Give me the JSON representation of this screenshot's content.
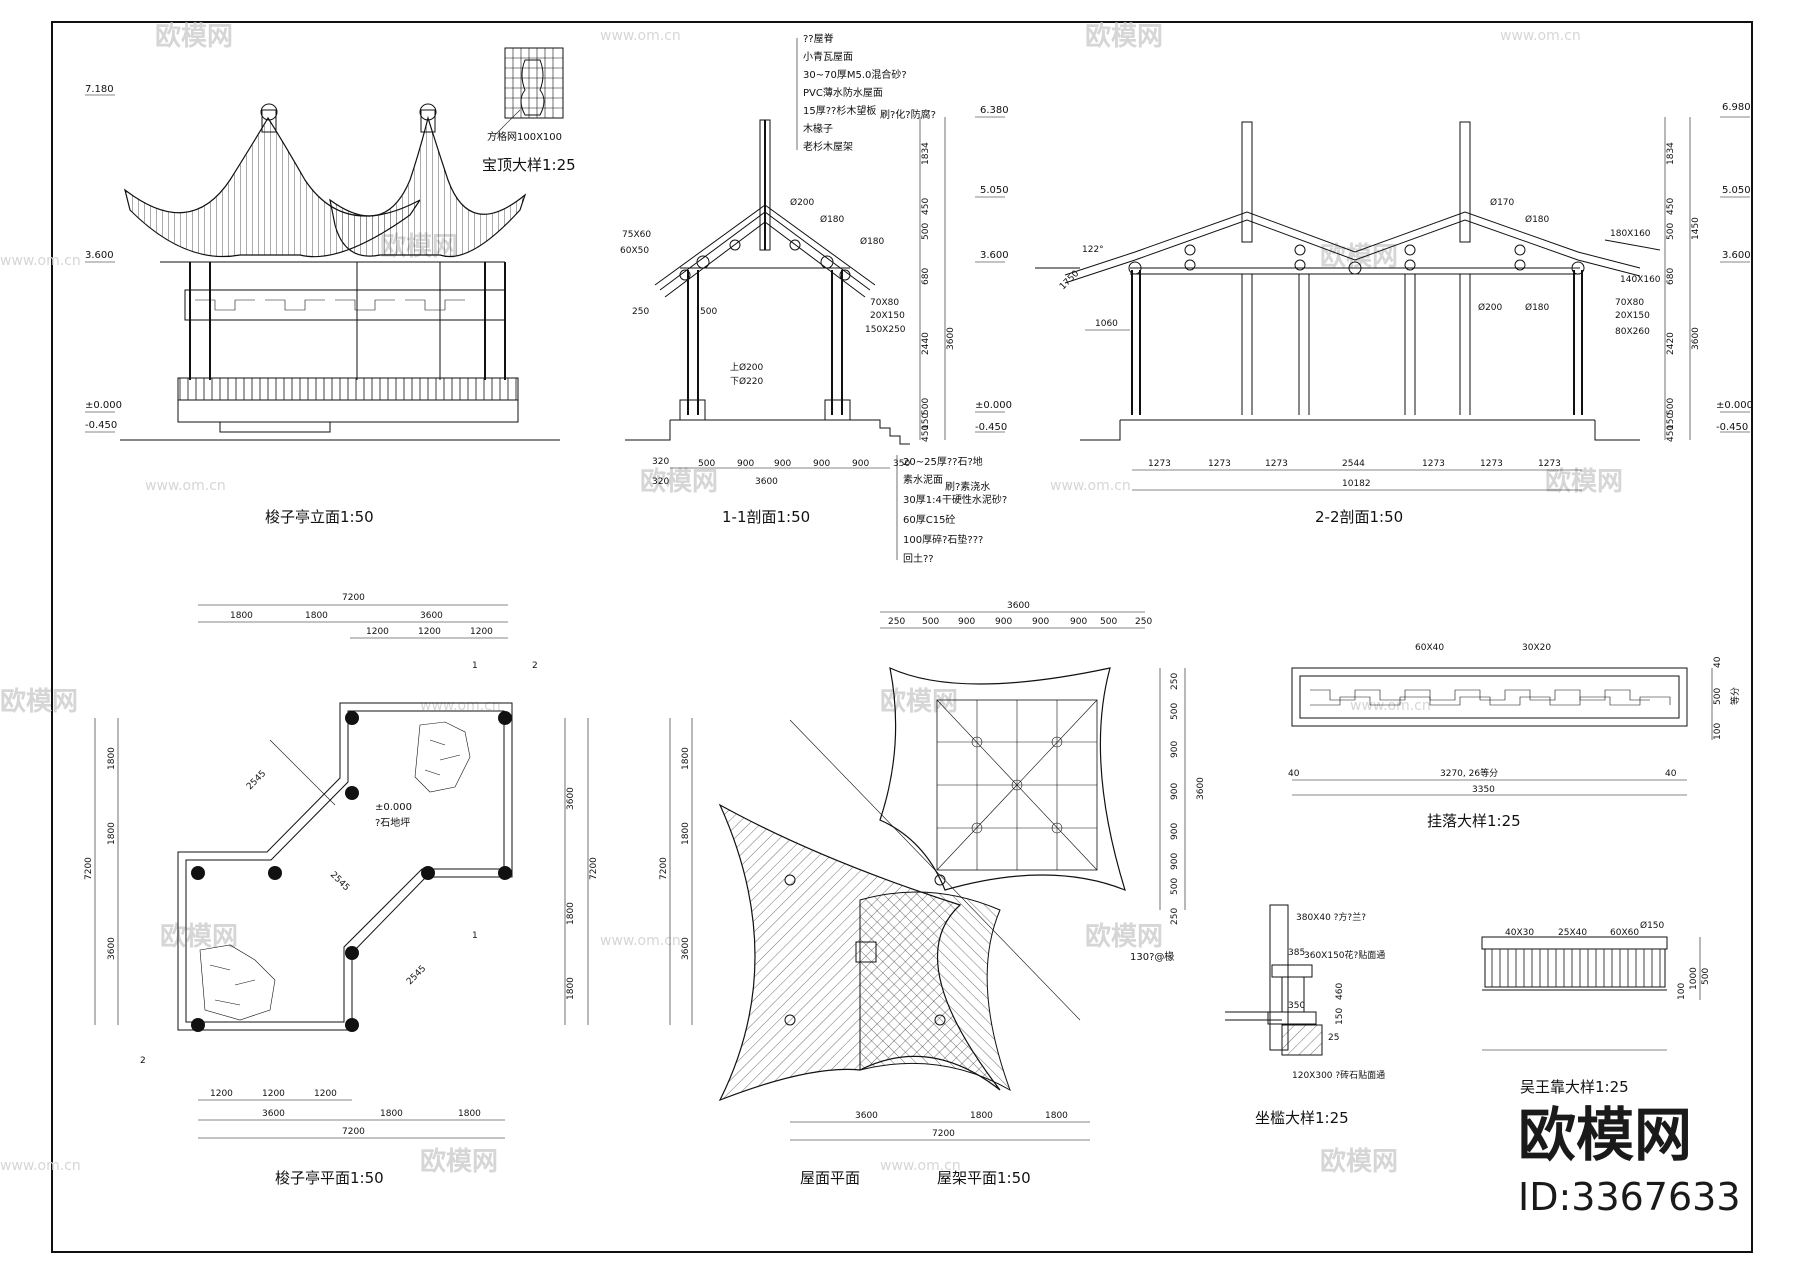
{
  "colors": {
    "line": "#111111",
    "watermark": "#d6d6d6",
    "paper": "#ffffff"
  },
  "watermark": {
    "text": "欧模网",
    "url": "www.om.cn"
  },
  "brand": {
    "name": "欧模网",
    "id": "ID:3367633"
  },
  "elevation": {
    "title": "梭子亭立面1:50",
    "levels": [
      "7.180",
      "3.600",
      "±0.000",
      "-0.450"
    ]
  },
  "finial": {
    "title": "宝顶大样1:25",
    "note": "方格网100X100"
  },
  "section11": {
    "title": "1-1剖面1:50",
    "roof_notes": [
      "??屋脊",
      "小青瓦屋面",
      "30~70厚M5.0混合砂?",
      "PVC薄水防水屋面",
      "15厚??杉木望板",
      "木椽子",
      "老杉木屋架"
    ],
    "roof_note_extra": "刷?化?防腐?",
    "floor_notes": [
      "20~25厚??石?地",
      "素水泥面",
      "30厚1:4干硬性水泥砂?",
      "60厚C15砼",
      "100厚碎?石垫???",
      "回土??"
    ],
    "floor_note_extra": "刷?素浇水",
    "member_labels": [
      "75X60",
      "60X50",
      "Ø200",
      "Ø180",
      "Ø180",
      "70X80",
      "20X150",
      "150X250",
      "上Ø200",
      "下Ø220"
    ],
    "side_dims": [
      "1834",
      "450",
      "500",
      "680",
      "2440",
      "500",
      "150",
      "450"
    ],
    "dim_250": "250",
    "dim_500": "500",
    "dim_total_3600": "3600",
    "levels": [
      "6.380",
      "5.050",
      "3.600",
      "±0.000",
      "-0.450"
    ],
    "bottom_dims": [
      "320",
      "500",
      "900",
      "900",
      "900",
      "900",
      "350"
    ],
    "bottom_total": "3600",
    "bottom_left": "320"
  },
  "section22": {
    "title": "2-2剖面1:50",
    "labels": [
      "122°",
      "1750",
      "1060",
      "Ø170",
      "Ø180",
      "Ø200",
      "Ø180",
      "180X160",
      "140X160",
      "70X80",
      "20X150",
      "80X260"
    ],
    "side_dims": [
      "1834",
      "450",
      "500",
      "680",
      "2420",
      "500",
      "150",
      "450"
    ],
    "dim_total_3600": "3600",
    "dim_1450": "1450",
    "levels": [
      "6.980",
      "5.050",
      "3.600",
      "±0.000",
      "-0.450"
    ],
    "bottom_dims": [
      "1273",
      "1273",
      "1273",
      "2544",
      "1273",
      "1273",
      "1273"
    ],
    "bottom_total": "10182"
  },
  "plan": {
    "title": "梭子亭平面1:50",
    "top_total": "7200",
    "top_row1": [
      "1800",
      "1800",
      "3600"
    ],
    "top_row2": [
      "1200",
      "1200",
      "1200"
    ],
    "bottom_row1": [
      "1200",
      "1200",
      "1200"
    ],
    "bottom_row2": [
      "3600",
      "1800",
      "1800"
    ],
    "bottom_total": "7200",
    "left_dims": [
      "1800",
      "1800",
      "3600"
    ],
    "left_total": "7200",
    "right_dims": [
      "3600",
      "1800",
      "1800"
    ],
    "right_total": "7200",
    "diag": [
      "2545",
      "2545",
      "2545"
    ],
    "level": "±0.000",
    "floor_note": "?石地坪",
    "marks": [
      "1",
      "1",
      "2",
      "2"
    ]
  },
  "roofplan": {
    "title_a": "屋面平面",
    "title_b": "屋架平面1:50",
    "top_dims": [
      "250",
      "500",
      "900",
      "900",
      "900",
      "900",
      "500",
      "250"
    ],
    "top_total": "3600",
    "right_dims": [
      "250",
      "500",
      "900",
      "900",
      "900",
      "900",
      "500",
      "250"
    ],
    "right_total": "3600",
    "left_dims": [
      "1800",
      "1800",
      "3600"
    ],
    "left_total": "7200",
    "bottom_dims": [
      "3600",
      "1800",
      "1800"
    ],
    "bottom_total": "7200",
    "note": "130?@椽"
  },
  "guadetail": {
    "title": "挂落大样1:25",
    "labels": [
      "60X40",
      "30X20"
    ],
    "dims": [
      "40",
      "3270, 26等分",
      "40",
      "3350"
    ],
    "side": [
      "500",
      "40",
      "100",
      "等分"
    ]
  },
  "seatdetail": {
    "title": "坐槛大样1:25",
    "labels": [
      "380X40 ?方?兰?",
      "360X150花?贴面通",
      "120X300 ?砖石贴面通"
    ],
    "dims": [
      "385",
      "460",
      "150",
      "25",
      "350"
    ]
  },
  "wudetail": {
    "title": "吴王靠大样1:25",
    "labels": [
      "40X30",
      "25X40",
      "60X60",
      "Ø150"
    ],
    "dims": [
      "1000",
      "500",
      "100"
    ]
  }
}
